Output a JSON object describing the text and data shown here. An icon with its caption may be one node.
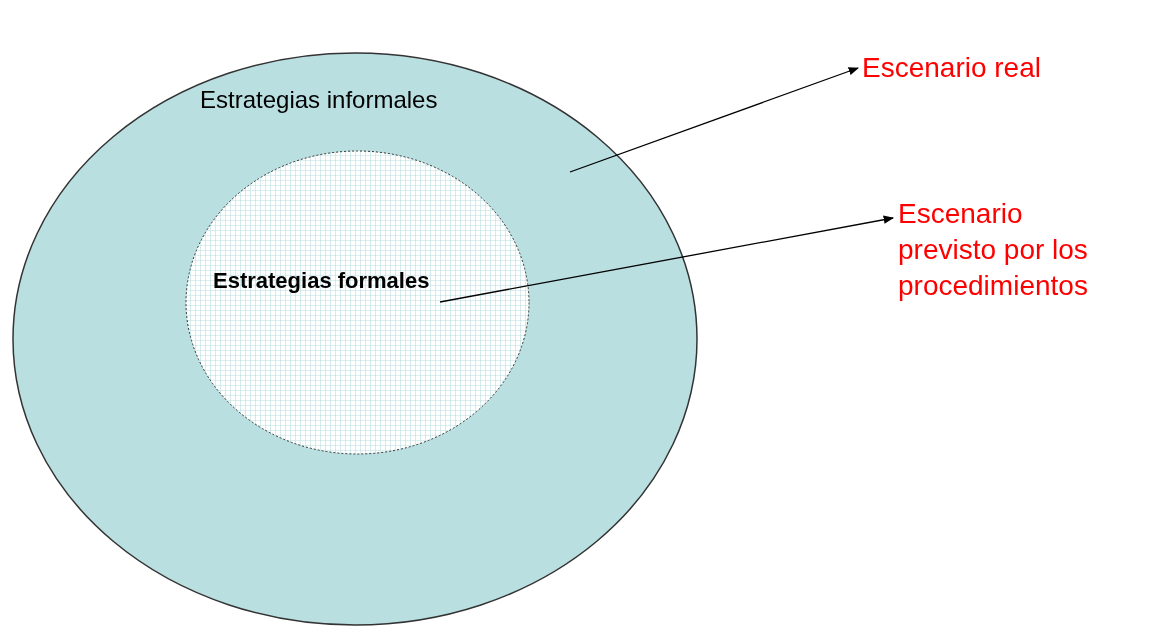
{
  "diagram": {
    "nodes": [
      {
        "text": [
          "Estrategias informales"
        ]
      },
      {
        "text": [
          "Estrategias formales"
        ],
        "in": 0
      },
      {
        "text": [
          "Escenario real"
        ]
      },
      {
        "text": [
          "Escenario previsto por los procedimientos"
        ]
      }
    ],
    "edges": [
      {
        "from": 0,
        "to": 2,
        "arrow": "to"
      },
      {
        "from": 1,
        "to": 3,
        "arrow": "to"
      }
    ]
  }
}
